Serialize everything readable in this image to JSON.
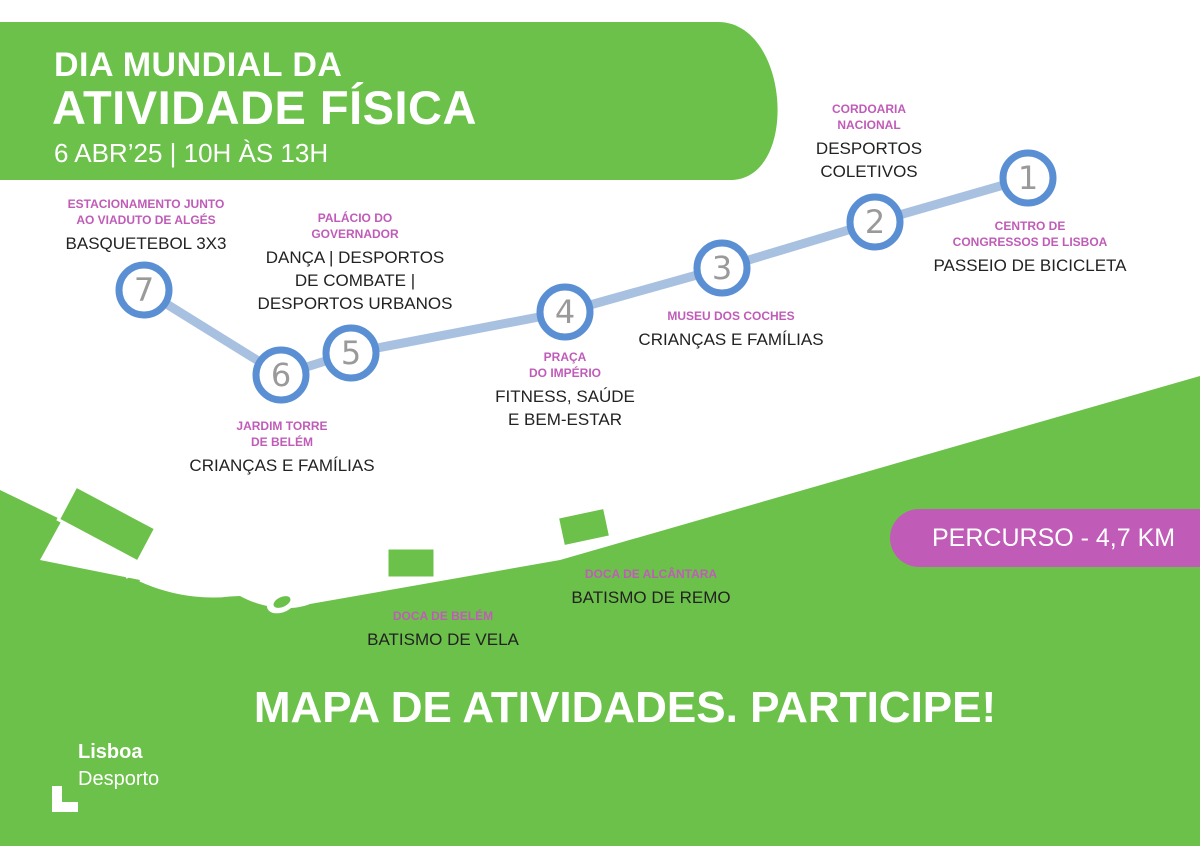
{
  "header": {
    "title_line1": "DIA MUNDIAL DA",
    "title_line2": "ATIVIDADE FÍSICA",
    "date_time": "6 ABR’25 | 10H ÀS 13H"
  },
  "colors": {
    "green": "#6cc14a",
    "magenta": "#c05cb8",
    "route_light": "#a8c1e0",
    "circle_ring": "#5b8fd3",
    "number_gray": "#9a9a9a"
  },
  "stops": [
    {
      "number": "1",
      "place_lines": [
        "CENTRO DE",
        "CONGRESSOS DE LISBOA"
      ],
      "activity_lines": [
        "PASSEIO DE BICICLETA"
      ]
    },
    {
      "number": "2",
      "place_lines": [
        "CORDOARIA",
        "NACIONAL"
      ],
      "activity_lines": [
        "DESPORTOS",
        "COLETIVOS"
      ]
    },
    {
      "number": "3",
      "place_lines": [
        "MUSEU DOS COCHES"
      ],
      "activity_lines": [
        "CRIANÇAS E FAMÍLIAS"
      ]
    },
    {
      "number": "4",
      "place_lines": [
        "PRAÇA",
        "DO IMPÉRIO"
      ],
      "activity_lines": [
        "FITNESS, SAÚDE",
        "E BEM-ESTAR"
      ]
    },
    {
      "number": "5",
      "place_lines": [
        "PALÁCIO DO",
        "GOVERNADOR"
      ],
      "activity_lines": [
        "DANÇA | DESPORTOS",
        "DE COMBATE |",
        "DESPORTOS URBANOS"
      ]
    },
    {
      "number": "6",
      "place_lines": [
        "JARDIM TORRE",
        "DE BELÉM"
      ],
      "activity_lines": [
        "CRIANÇAS E FAMÍLIAS"
      ]
    },
    {
      "number": "7",
      "place_lines": [
        "ESTACIONAMENTO JUNTO",
        "AO VIADUTO DE ALGÉS"
      ],
      "activity_lines": [
        "BASQUETEBOL 3X3"
      ]
    }
  ],
  "docks": [
    {
      "place": "DOCA DE BELÉM",
      "activity": "BATISMO DE VELA"
    },
    {
      "place": "DOCA DE ALCÂNTARA",
      "activity": "BATISMO DE REMO"
    }
  ],
  "route_badge": "PERCURSO - 4,7 KM",
  "cta": "MAPA DE ATIVIDADES. PARTICIPE!",
  "logo": {
    "line1": "Lisboa",
    "line2": "Desporto"
  }
}
